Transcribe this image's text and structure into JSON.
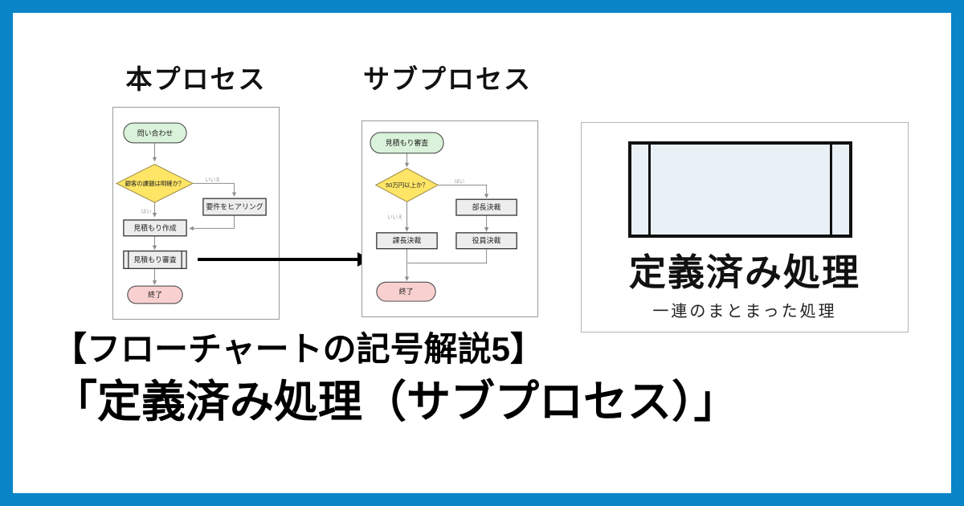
{
  "frame": {
    "border_color": "#0884c7"
  },
  "main_process": {
    "title": "本プロセス",
    "nodes": {
      "start": "問い合わせ",
      "decision": "顧客の課題は明確か？",
      "yes_label": "はい",
      "no_label": "いいえ",
      "hearing": "要件をヒアリング",
      "create": "見積もり作成",
      "review": "見積もり審査",
      "end": "終了"
    }
  },
  "sub_process": {
    "title": "サブプロセス",
    "nodes": {
      "start": "見積もり審査",
      "decision": "50万円以上か？",
      "yes_label": "はい",
      "no_label": "いいえ",
      "manager": "部長決裁",
      "executive": "役員決裁",
      "section": "課長決裁",
      "end": "終了"
    }
  },
  "symbol_card": {
    "name": "定義済み処理",
    "description": "一連のまとまった処理"
  },
  "caption": {
    "line1": "【フローチャートの記号解説5】",
    "line2": "「定義済み処理（サブプロセス）」"
  },
  "colors": {
    "frame_blue": "#0884c7",
    "start_green": "#d9f2d9",
    "decision_yellow": "#ffe566",
    "process_gray": "#ededed",
    "end_pink": "#f8d0d0",
    "symbol_fill": "#eaf1f6",
    "connector_gray": "#8c8c8c"
  }
}
